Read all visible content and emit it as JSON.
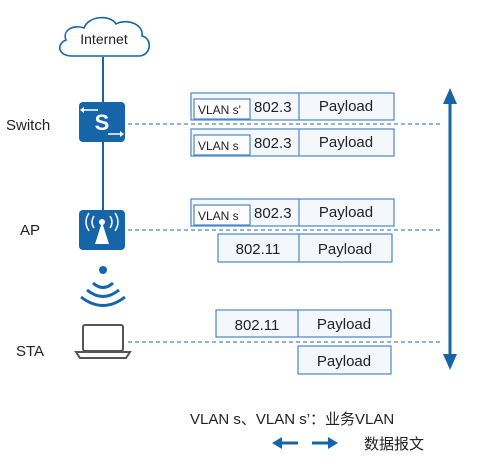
{
  "cloud": {
    "label": "Internet"
  },
  "devices": {
    "switch": {
      "label": "Switch",
      "icon": "switch-icon"
    },
    "ap": {
      "label": "AP",
      "icon": "access-point-icon"
    },
    "sta": {
      "label": "STA",
      "icon": "laptop-icon"
    }
  },
  "frames": {
    "switch_row1": {
      "vlan": "VLAN s'",
      "header": "802.3",
      "payload": "Payload"
    },
    "switch_row2": {
      "vlan": "VLAN s",
      "header": "802.3",
      "payload": "Payload"
    },
    "ap_row1": {
      "vlan": "VLAN s",
      "header": "802.3",
      "payload": "Payload"
    },
    "ap_row2": {
      "header": "802.11",
      "payload": "Payload"
    },
    "sta_row1": {
      "header": "802.11",
      "payload": "Payload"
    },
    "sta_row2": {
      "payload": "Payload"
    }
  },
  "legend": {
    "vlan_text": "VLAN s、VLAN s’：业务VLAN",
    "arrow_text": "数据报文"
  },
  "colors": {
    "device_blue": "#1565a8",
    "frame_border": "#4a86c8",
    "frame_fill": "#f4f8fd",
    "dashed_line": "#4a86c8",
    "arrow_blue": "#1565a8",
    "text": "#222222"
  }
}
